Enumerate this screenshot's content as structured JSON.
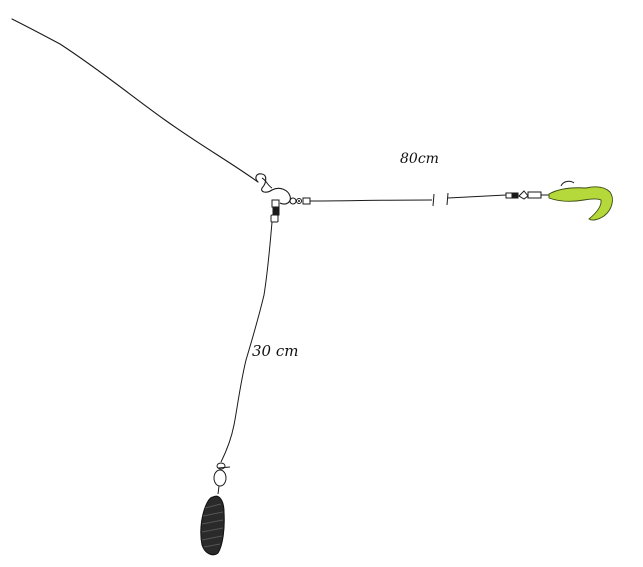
{
  "labels": {
    "leader_length": "80cm",
    "dropper_length": "30 cm"
  },
  "colors": {
    "line": "#1a1a1a",
    "lure": "#b5d83a",
    "lure_outline": "#3a4a10",
    "sinker": "#2a2a2a",
    "background": "#ffffff"
  },
  "parts": [
    "main-line",
    "three-way-swivel",
    "leader-line",
    "line-break",
    "lure-swivel",
    "soft-grub-lure",
    "dropper-line",
    "sinker-swivel",
    "sinker"
  ]
}
